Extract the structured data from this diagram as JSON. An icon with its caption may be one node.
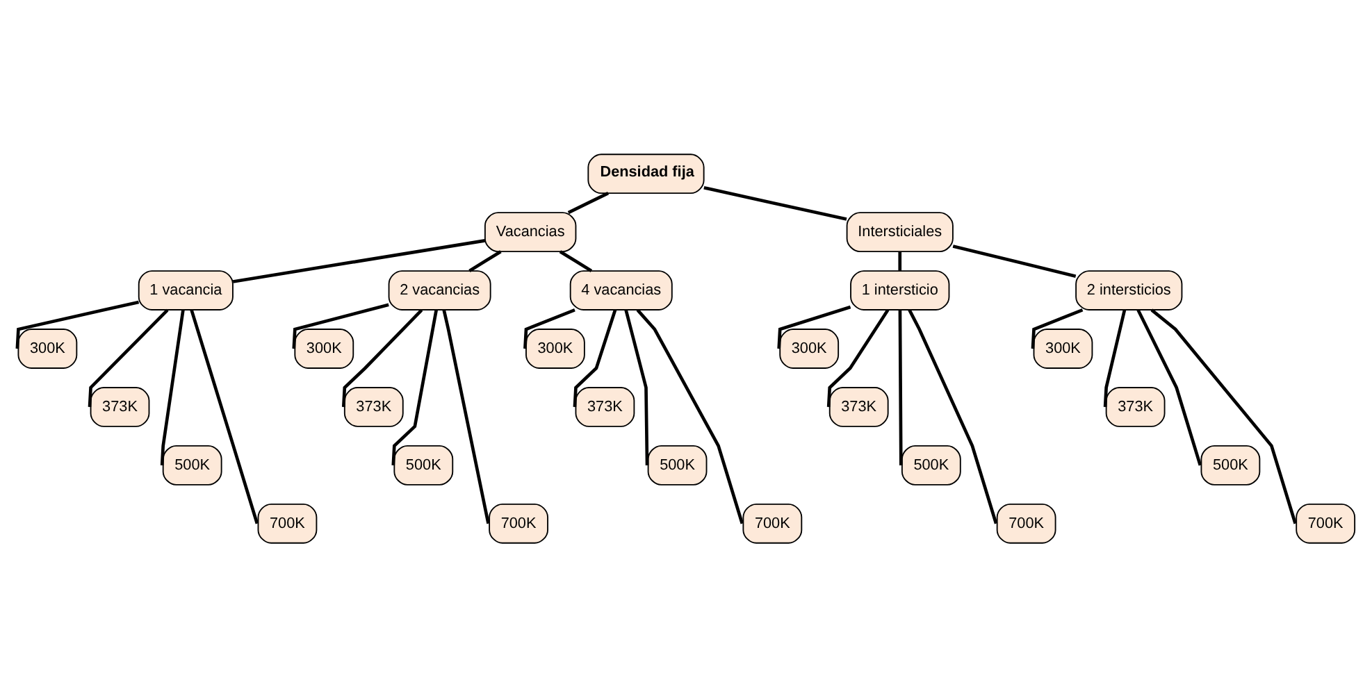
{
  "diagram": {
    "nodes": [
      {
        "text": [
          "Densidad fija"
        ]
      },
      {
        "text": [
          "Vacancias"
        ]
      },
      {
        "text": [
          "Intersticiales"
        ]
      },
      {
        "text": [
          "1 vacancia"
        ]
      },
      {
        "text": [
          "2 vacancias"
        ]
      },
      {
        "text": [
          "4 vacancias"
        ]
      },
      {
        "text": [
          "1 intersticio"
        ]
      },
      {
        "text": [
          "2 intersticios"
        ]
      },
      {
        "text": [
          "300K"
        ]
      },
      {
        "text": [
          "373K"
        ]
      },
      {
        "text": [
          "500K"
        ]
      },
      {
        "text": [
          "700K"
        ]
      },
      {
        "text": [
          "300K"
        ]
      },
      {
        "text": [
          "373K"
        ]
      },
      {
        "text": [
          "500K"
        ]
      },
      {
        "text": [
          "700K"
        ]
      },
      {
        "text": [
          "300K"
        ]
      },
      {
        "text": [
          "373K"
        ]
      },
      {
        "text": [
          "500K"
        ]
      },
      {
        "text": [
          "700K"
        ]
      },
      {
        "text": [
          "300K"
        ]
      },
      {
        "text": [
          "373K"
        ]
      },
      {
        "text": [
          "500K"
        ]
      },
      {
        "text": [
          "700K"
        ]
      },
      {
        "text": [
          "300K"
        ]
      },
      {
        "text": [
          "373K"
        ]
      },
      {
        "text": [
          "500K"
        ]
      },
      {
        "text": [
          "700K"
        ]
      }
    ],
    "edges": [
      {
        "from": 0,
        "to": 1,
        "arrow": "none"
      },
      {
        "from": 0,
        "to": 2,
        "arrow": "none"
      },
      {
        "from": 1,
        "to": 3,
        "arrow": "none"
      },
      {
        "from": 1,
        "to": 4,
        "arrow": "none"
      },
      {
        "from": 1,
        "to": 5,
        "arrow": "none"
      },
      {
        "from": 2,
        "to": 6,
        "arrow": "none"
      },
      {
        "from": 2,
        "to": 7,
        "arrow": "none"
      },
      {
        "from": 3,
        "to": 8,
        "arrow": "none"
      },
      {
        "from": 3,
        "to": 9,
        "arrow": "none"
      },
      {
        "from": 3,
        "to": 10,
        "arrow": "none"
      },
      {
        "from": 3,
        "to": 11,
        "arrow": "none"
      },
      {
        "from": 4,
        "to": 12,
        "arrow": "none"
      },
      {
        "from": 4,
        "to": 13,
        "arrow": "none"
      },
      {
        "from": 4,
        "to": 14,
        "arrow": "none"
      },
      {
        "from": 4,
        "to": 15,
        "arrow": "none"
      },
      {
        "from": 5,
        "to": 16,
        "arrow": "none"
      },
      {
        "from": 5,
        "to": 17,
        "arrow": "none"
      },
      {
        "from": 5,
        "to": 18,
        "arrow": "none"
      },
      {
        "from": 5,
        "to": 19,
        "arrow": "none"
      },
      {
        "from": 6,
        "to": 20,
        "arrow": "none"
      },
      {
        "from": 6,
        "to": 21,
        "arrow": "none"
      },
      {
        "from": 6,
        "to": 22,
        "arrow": "none"
      },
      {
        "from": 6,
        "to": 23,
        "arrow": "none"
      },
      {
        "from": 7,
        "to": 24,
        "arrow": "none"
      },
      {
        "from": 7,
        "to": 25,
        "arrow": "none"
      },
      {
        "from": 7,
        "to": 26,
        "arrow": "none"
      },
      {
        "from": 7,
        "to": 27,
        "arrow": "none"
      }
    ]
  }
}
